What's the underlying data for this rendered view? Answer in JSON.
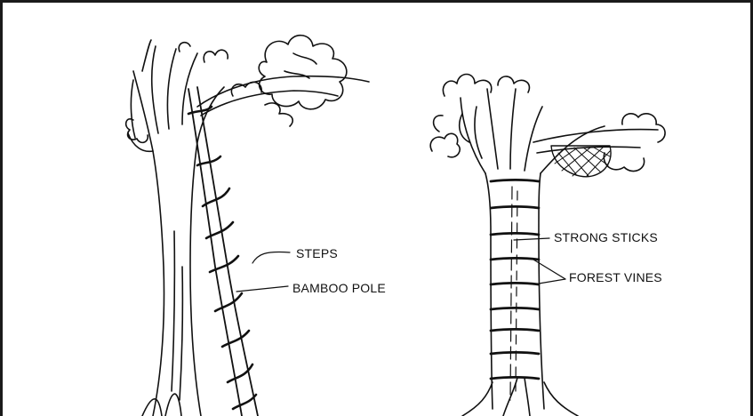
{
  "labels": {
    "steps": "STEPS",
    "bamboo_pole": "BAMBOO POLE",
    "strong_sticks": "STRONG STICKS",
    "forest_vines": "FOREST VINES"
  },
  "colors": {
    "ink": "#111111",
    "border": "#1a1a1a",
    "background": "#ffffff"
  }
}
